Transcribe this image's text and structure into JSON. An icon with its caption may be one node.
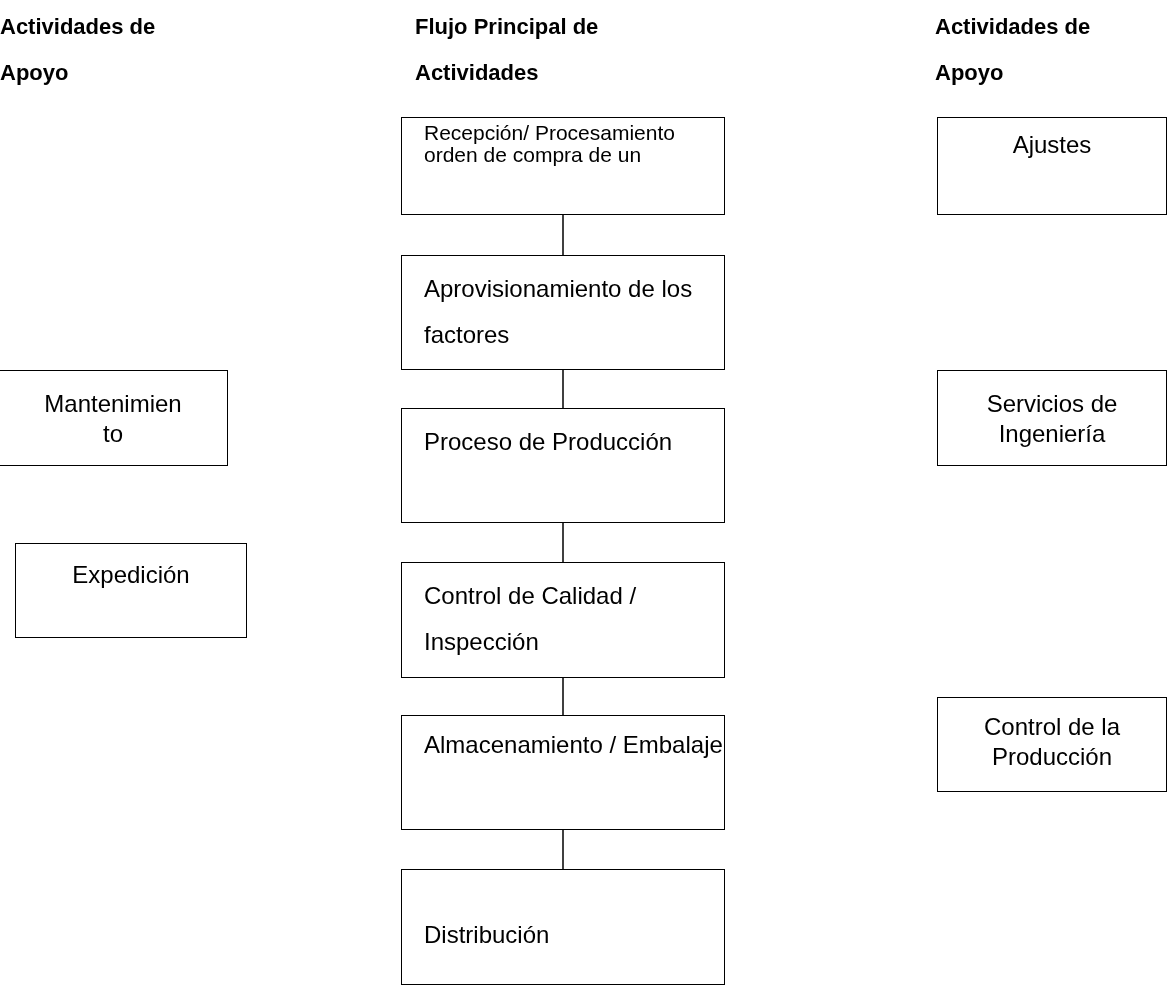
{
  "diagram": {
    "nodes": [
      {
        "text": [
          "Recepción/ Procesamiento orden de compra de un"
        ]
      },
      {
        "text": [
          "Aprovisionamiento de los factores"
        ]
      },
      {
        "text": [
          "Proceso de Producción"
        ]
      },
      {
        "text": [
          "Control de Calidad / Inspección"
        ]
      },
      {
        "text": [
          "Almacenamiento / Embalaje"
        ]
      },
      {
        "text": [
          "Distribución"
        ]
      },
      {
        "text": [
          "Mantenimien to"
        ]
      },
      {
        "text": [
          "Expedición"
        ]
      },
      {
        "text": [
          "Ajustes"
        ]
      },
      {
        "text": [
          "Servicios de Ingeniería"
        ]
      },
      {
        "text": [
          "Control de la Producción"
        ]
      }
    ],
    "edges": [
      {
        "from": 0,
        "to": 1,
        "arrow": "none"
      },
      {
        "from": 1,
        "to": 2,
        "arrow": "none"
      },
      {
        "from": 2,
        "to": 3,
        "arrow": "none"
      },
      {
        "from": 3,
        "to": 4,
        "arrow": "none"
      },
      {
        "from": 4,
        "to": 5,
        "arrow": "none"
      }
    ],
    "labels": [
      "Actividades de Apoyo",
      "Flujo Principal de Actividades",
      "Actividades de Apoyo"
    ]
  }
}
